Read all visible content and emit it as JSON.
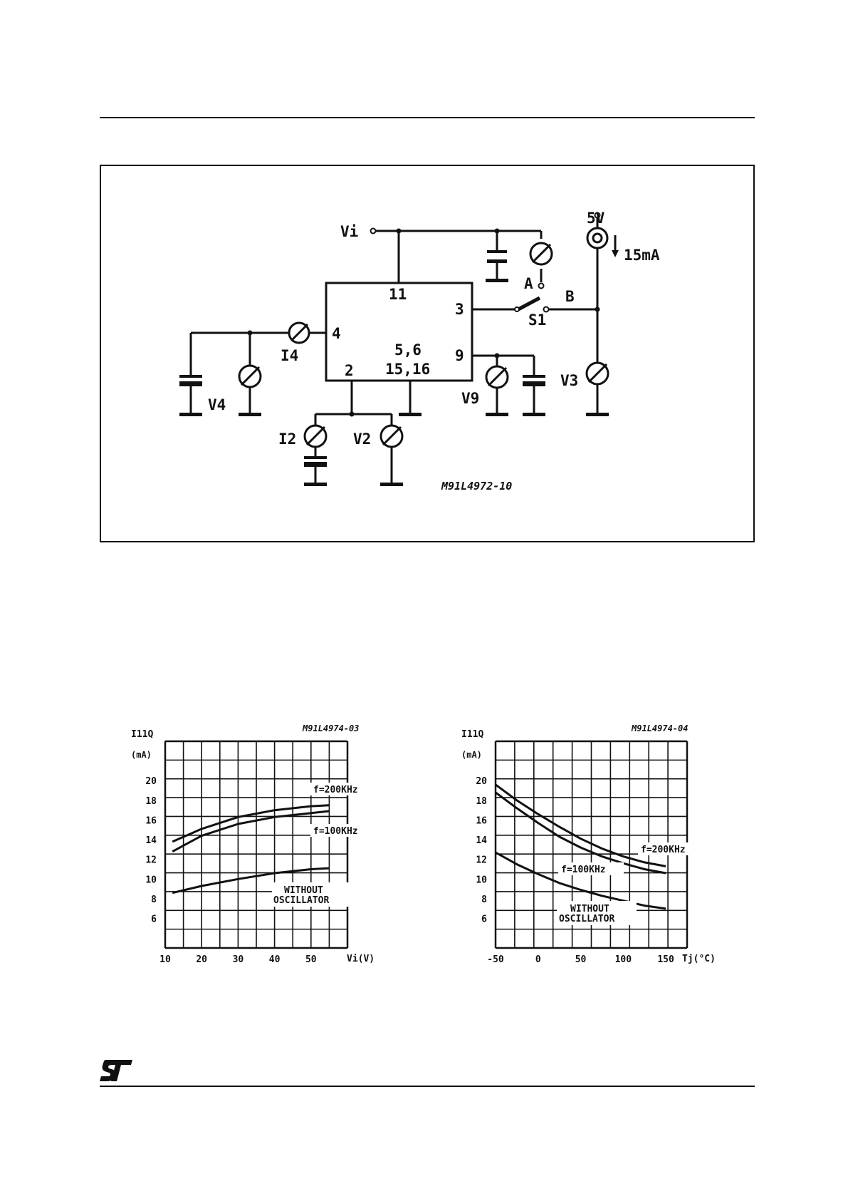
{
  "circuit": {
    "supply_label": "Vi",
    "source_voltage": "5V",
    "source_current": "15mA",
    "switch_pos_a": "A",
    "switch_pos_b": "B",
    "switch_label": "S1",
    "pins": {
      "p11": "11",
      "p3": "3",
      "p4": "4",
      "p9": "9",
      "p2": "2",
      "p56": "5,6",
      "p1516": "15,16"
    },
    "meters": {
      "i4": "I4",
      "v4": "V4",
      "i2": "I2",
      "v2": "V2",
      "v9": "V9",
      "v3": "V3"
    },
    "fig_code": "M91L4972-10"
  },
  "chart_data": [
    {
      "type": "line",
      "fig_code": "M91L4974-03",
      "ylabel": "I11Q",
      "yunit": "(mA)",
      "xlabel": "Vi(V)",
      "x_ticks": [
        "10",
        "20",
        "30",
        "40",
        "50"
      ],
      "y_ticks": [
        "20",
        "18",
        "16",
        "14",
        "12",
        "10",
        "8",
        "6"
      ],
      "xlim": [
        10,
        60
      ],
      "ylim": [
        3,
        24
      ],
      "grid": true,
      "series": [
        {
          "name": "f=200KHz",
          "x": [
            12,
            20,
            30,
            40,
            50,
            55
          ],
          "y": [
            13.8,
            15.1,
            16.3,
            17.0,
            17.4,
            17.5
          ]
        },
        {
          "name": "f=100KHz",
          "x": [
            12,
            20,
            30,
            40,
            50,
            55
          ],
          "y": [
            12.8,
            14.4,
            15.6,
            16.3,
            16.7,
            16.9
          ]
        },
        {
          "name": "WITHOUT OSCILLATOR",
          "x": [
            12,
            20,
            30,
            40,
            50,
            55
          ],
          "y": [
            8.6,
            9.3,
            10.0,
            10.6,
            11.0,
            11.1
          ]
        }
      ]
    },
    {
      "type": "line",
      "fig_code": "M91L4974-04",
      "ylabel": "I11Q",
      "yunit": "(mA)",
      "xlabel": "Tj(°C)",
      "x_ticks": [
        "-50",
        "0",
        "50",
        "100",
        "150"
      ],
      "y_ticks": [
        "20",
        "18",
        "16",
        "14",
        "12",
        "10",
        "8",
        "6"
      ],
      "xlim": [
        -50,
        175
      ],
      "ylim": [
        3,
        24
      ],
      "grid": true,
      "series": [
        {
          "name": "f=200KHz",
          "x": [
            -50,
            -25,
            0,
            25,
            50,
            75,
            100,
            125,
            150
          ],
          "y": [
            19.6,
            18.0,
            16.6,
            15.3,
            14.1,
            13.1,
            12.3,
            11.7,
            11.3
          ]
        },
        {
          "name": "f=100KHz",
          "x": [
            -50,
            -25,
            0,
            25,
            50,
            75,
            100,
            125,
            150
          ],
          "y": [
            18.8,
            17.2,
            15.7,
            14.3,
            13.2,
            12.3,
            11.6,
            11.0,
            10.6
          ]
        },
        {
          "name": "WITHOUT OSCILLATOR",
          "x": [
            -50,
            -25,
            0,
            25,
            50,
            75,
            100,
            125,
            150
          ],
          "y": [
            12.7,
            11.5,
            10.5,
            9.6,
            8.9,
            8.3,
            7.8,
            7.3,
            7.0
          ]
        }
      ]
    }
  ],
  "chart_labels": {
    "left": {
      "c200": "f=200KHz",
      "c100": "f=100KHz",
      "wo1": "WITHOUT",
      "wo2": "OSCILLATOR"
    },
    "right": {
      "c200": "f=200KHz",
      "c100": "f=100KHz",
      "wo1": "WITHOUT",
      "wo2": "OSCILLATOR"
    }
  },
  "footer": {
    "logo_icon": "st-logo"
  }
}
